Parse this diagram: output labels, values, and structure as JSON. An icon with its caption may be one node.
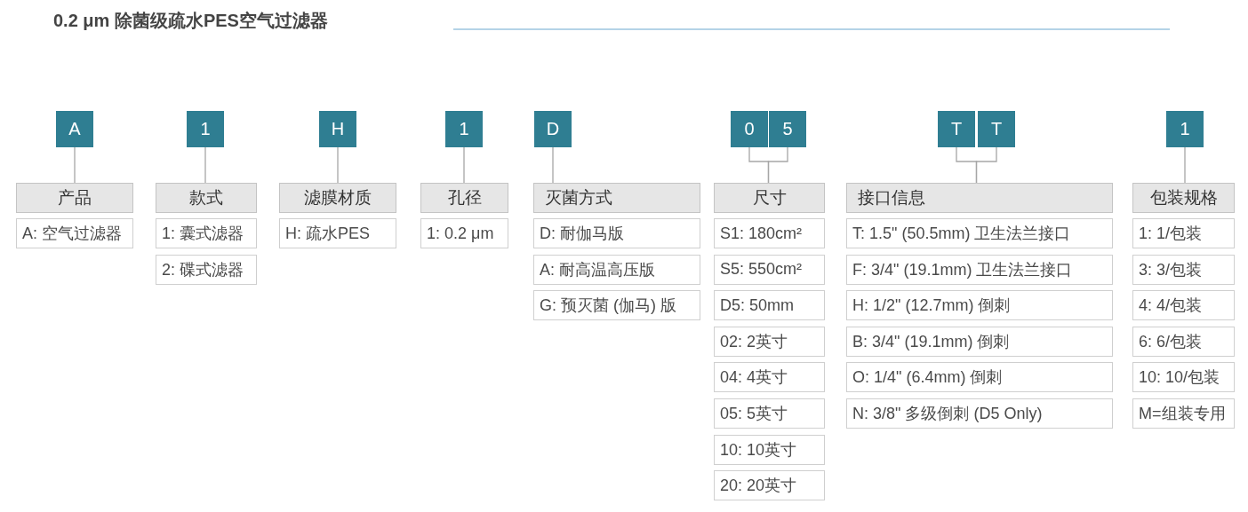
{
  "diagram": {
    "title": "0.2 μm 除菌级疏水PES空气过滤器",
    "nodes": [
      {
        "text": [
          "A"
        ]
      },
      {
        "text": [
          "1"
        ]
      },
      {
        "text": [
          "H"
        ]
      },
      {
        "text": [
          "1"
        ]
      },
      {
        "text": [
          "D"
        ]
      },
      {
        "text": [
          "0"
        ]
      },
      {
        "text": [
          "5"
        ]
      },
      {
        "text": [
          "T"
        ]
      },
      {
        "text": [
          "T"
        ]
      },
      {
        "text": [
          "1"
        ]
      },
      {
        "text": [
          "产品"
        ]
      },
      {
        "text": [
          "A: 空气过滤器"
        ]
      },
      {
        "text": [
          "款式"
        ]
      },
      {
        "text": [
          "1: 囊式滤器"
        ]
      },
      {
        "text": [
          "2: 碟式滤器"
        ]
      },
      {
        "text": [
          "滤膜材质"
        ]
      },
      {
        "text": [
          "H: 疏水PES"
        ]
      },
      {
        "text": [
          "孔径"
        ]
      },
      {
        "text": [
          "1: 0.2 μm"
        ]
      },
      {
        "text": [
          "灭菌方式"
        ]
      },
      {
        "text": [
          "D: 耐伽马版"
        ]
      },
      {
        "text": [
          "A: 耐高温高压版"
        ]
      },
      {
        "text": [
          "G: 预灭菌 (伽马) 版"
        ]
      },
      {
        "text": [
          "尺寸"
        ]
      },
      {
        "text": [
          "S1: 180cm²"
        ]
      },
      {
        "text": [
          "S5: 550cm²"
        ]
      },
      {
        "text": [
          "D5: 50mm"
        ]
      },
      {
        "text": [
          "02: 2英寸"
        ]
      },
      {
        "text": [
          "04: 4英寸"
        ]
      },
      {
        "text": [
          "05: 5英寸"
        ]
      },
      {
        "text": [
          "10: 10英寸"
        ]
      },
      {
        "text": [
          "20: 20英寸"
        ]
      },
      {
        "text": [
          "接口信息"
        ]
      },
      {
        "text": [
          "T: 1.5\" (50.5mm) 卫生法兰接口"
        ]
      },
      {
        "text": [
          "F: 3/4\" (19.1mm) 卫生法兰接口"
        ]
      },
      {
        "text": [
          "H: 1/2\" (12.7mm) 倒刺"
        ]
      },
      {
        "text": [
          "B: 3/4\" (19.1mm) 倒刺"
        ]
      },
      {
        "text": [
          "O: 1/4\" (6.4mm) 倒刺"
        ]
      },
      {
        "text": [
          "N: 3/8\" 多级倒刺 (D5 Only)"
        ]
      },
      {
        "text": [
          "包装规格"
        ]
      },
      {
        "text": [
          "1: 1/包装"
        ]
      },
      {
        "text": [
          "3: 3/包装"
        ]
      },
      {
        "text": [
          "4: 4/包装"
        ]
      },
      {
        "text": [
          "6: 6/包装"
        ]
      },
      {
        "text": [
          "10: 10/包装"
        ]
      },
      {
        "text": [
          "M=组装专用"
        ]
      }
    ],
    "edges": [
      {
        "from": 0,
        "to": 10,
        "arrow": "none"
      },
      {
        "from": 1,
        "to": 12,
        "arrow": "none"
      },
      {
        "from": 2,
        "to": 15,
        "arrow": "none"
      },
      {
        "from": 3,
        "to": 17,
        "arrow": "none"
      },
      {
        "from": 4,
        "to": 19,
        "arrow": "none"
      },
      {
        "from": 5,
        "to": 23,
        "arrow": "none"
      },
      {
        "from": 6,
        "to": 23,
        "arrow": "none"
      },
      {
        "from": 7,
        "to": 32,
        "arrow": "none"
      },
      {
        "from": 8,
        "to": 32,
        "arrow": "none"
      },
      {
        "from": 9,
        "to": 39,
        "arrow": "none"
      }
    ]
  }
}
